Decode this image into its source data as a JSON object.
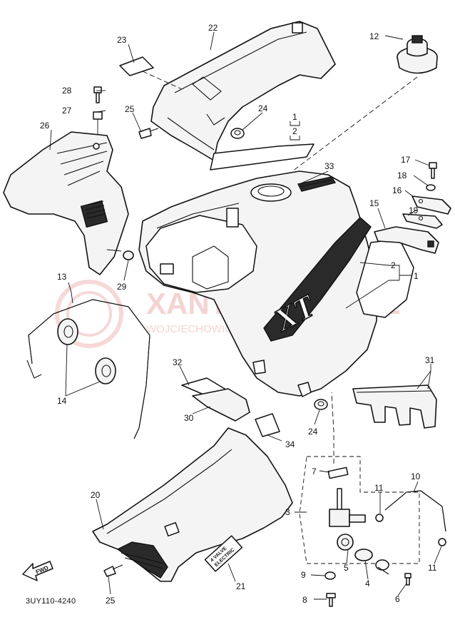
{
  "diagram": {
    "code": "3UY110-4240",
    "watermark": {
      "line1": "XANTE-SKLEP.PL",
      "line2": "WOJCIECHOWICZ - DEALER YAMAHA"
    },
    "fwd_label": "FWD",
    "decal_text": "XT",
    "badge_line1": "4 VALVE",
    "badge_line2": "ELECTRIC",
    "bracket_sub": [
      "1",
      "2"
    ],
    "callouts": {
      "c1a": "1",
      "c1b": "1",
      "c2a": "2",
      "c2b": "2",
      "c3": "3",
      "c4": "4",
      "c5": "5",
      "c6": "6",
      "c7": "7",
      "c8": "8",
      "c9": "9",
      "c10": "10",
      "c11a": "11",
      "c11b": "11",
      "c12": "12",
      "c13": "13",
      "c14": "14",
      "c15": "15",
      "c16": "16",
      "c17": "17",
      "c18": "18",
      "c19": "19",
      "c20": "20",
      "c21": "21",
      "c22": "22",
      "c23": "23",
      "c24a": "24",
      "c24b": "24",
      "c25a": "25",
      "c25b": "25",
      "c26": "26",
      "c27": "27",
      "c28": "28",
      "c29": "29",
      "c30": "30",
      "c31": "31",
      "c32": "32",
      "c33": "33",
      "c34": "34"
    },
    "colors": {
      "ink": "#111111",
      "watermark": "#d23a3a"
    }
  }
}
